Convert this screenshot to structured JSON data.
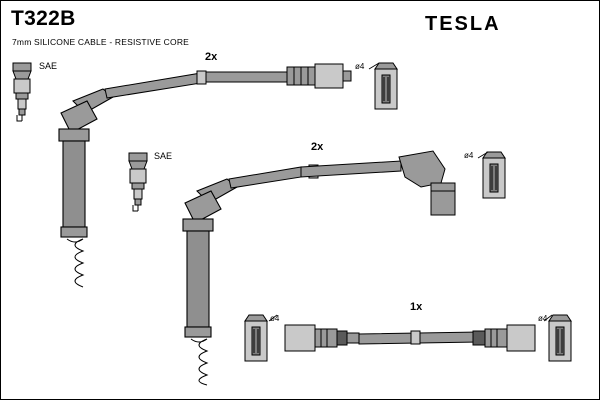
{
  "header": {
    "part_number": "T322B",
    "subtitle": "7mm SILICONE CABLE - RESISTIVE CORE",
    "brand": "TESLA"
  },
  "labels": {
    "sae_top": "SAE",
    "sae_mid": "SAE",
    "qty_top": "2x",
    "qty_mid": "2x",
    "qty_bottom": "1x",
    "dia_top": "ø4",
    "dia_mid": "ø4",
    "dia_bottom_left": "ø4",
    "dia_bottom_right": "ø4"
  },
  "colors": {
    "outline": "#000000",
    "fill": "#9a9a9a",
    "fill_light": "#c9c9c9",
    "background": "#ffffff"
  }
}
